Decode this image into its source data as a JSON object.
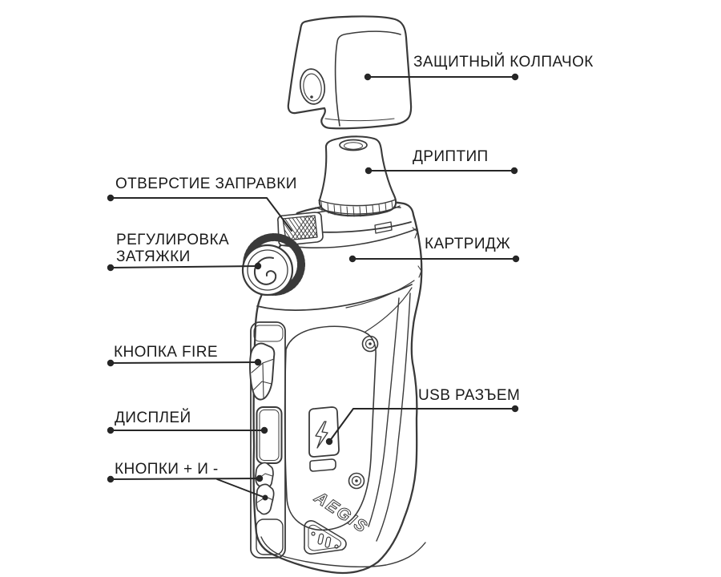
{
  "colors": {
    "background": "#ffffff",
    "line": "#3a3a3a",
    "text": "#1b1b1b"
  },
  "device": {
    "logo_text": "AEGIS"
  },
  "labels": {
    "protective_cap": {
      "text": "ЗАЩИТНЫЙ КОЛПАЧОК"
    },
    "drip_tip": {
      "text": "ДРИПТИП"
    },
    "fill_port": {
      "text": "ОТВЕРСТИЕ ЗАПРАВКИ"
    },
    "airflow_adjustment": {
      "text": "РЕГУЛИРОВКА ЗАТЯЖКИ"
    },
    "cartridge": {
      "text": "КАРТРИДЖ"
    },
    "fire_button": {
      "text": "КНОПКА FIRE"
    },
    "usb_port": {
      "text": "USB РАЗЪЕМ"
    },
    "display": {
      "text": "ДИСПЛЕЙ"
    },
    "plus_minus_buttons": {
      "text": "КНОПКИ + И -"
    }
  }
}
